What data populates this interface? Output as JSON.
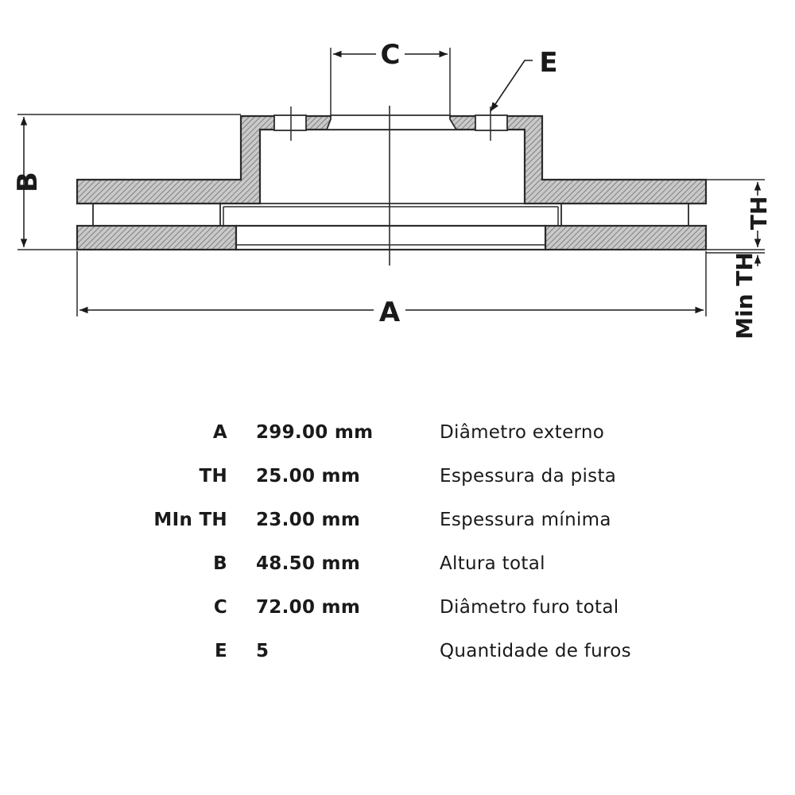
{
  "diagram": {
    "labels": {
      "A": "A",
      "B": "B",
      "C": "C",
      "E": "E",
      "TH": "TH",
      "MinTH": "Min TH"
    }
  },
  "specs": [
    {
      "code": "A",
      "value": "299.00 mm",
      "description": "Diâmetro externo"
    },
    {
      "code": "TH",
      "value": "25.00 mm",
      "description": "Espessura da pista"
    },
    {
      "code": "MIn TH",
      "value": "23.00 mm",
      "description": "Espessura mínima"
    },
    {
      "code": "B",
      "value": "48.50 mm",
      "description": "Altura total"
    },
    {
      "code": "C",
      "value": "72.00 mm",
      "description": "Diâmetro furo total"
    },
    {
      "code": "E",
      "value": "5",
      "description": "Quantidade de furos"
    }
  ]
}
